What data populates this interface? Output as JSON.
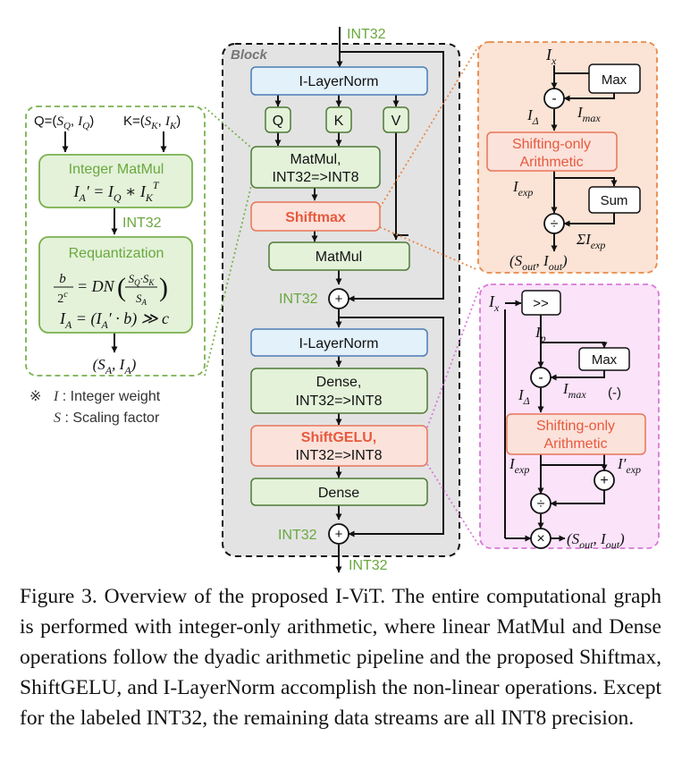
{
  "colors": {
    "green_fill": "#e3f2d9",
    "green_stroke": "#4f7a38",
    "green_text": "#6aa83e",
    "blue_fill": "#e3f1fb",
    "blue_stroke": "#4a7db3",
    "red_fill": "#fbe2db",
    "red_stroke": "#e8745a",
    "red_text": "#e8593d",
    "block_fill": "#e3e3e3",
    "orange_panel": "#fbe3d5",
    "orange_border": "#e8894a",
    "pink_panel": "#fbe3fa",
    "pink_border": "#d87ad8"
  },
  "block": {
    "label": "Block",
    "int32_top": "INT32",
    "layernorm1": "I-LayerNorm",
    "q": "Q",
    "k": "K",
    "v": "V",
    "matmul1_line1": "MatMul,",
    "matmul1_line2": "INT32=>INT8",
    "shiftmax": "Shiftmax",
    "matmul2": "MatMul",
    "int32_mid": "INT32",
    "plus": "+",
    "layernorm2": "I-LayerNorm",
    "dense1_line1": "Dense,",
    "dense1_line2": "INT32=>INT8",
    "shiftgelu_line1": "ShiftGELU,",
    "shiftgelu_line2": "INT32=>INT8",
    "dense2": "Dense",
    "int32_bottom_left": "INT32",
    "int32_out": "INT32"
  },
  "left_panel": {
    "q_label": "Q=(S_Q, I_Q)",
    "k_label": "K=(S_K, I_K)",
    "int_matmul_title": "Integer MatMul",
    "int_matmul_eq": "I_A' = I_Q * I_K^T",
    "int32": "INT32",
    "requant_title": "Requantization",
    "requant_eq1": "b/2^c = DN(S_Q·S_K / S_A)",
    "requant_eq2": "I_A = (I_A' · b) ≫ c",
    "output": "(S_A, I_A)",
    "note_symbol": "※",
    "note_i": "I : Integer weight",
    "note_s": "S : Scaling factor"
  },
  "shiftmax_panel": {
    "input": "I_x",
    "max": "Max",
    "minus": "-",
    "i_delta": "I_Δ",
    "i_max": "I_max",
    "shift_line1": "Shifting-only",
    "shift_line2": "Arithmetic",
    "i_exp": "I_exp",
    "sum": "Sum",
    "div": "÷",
    "sigma": "ΣI_exp",
    "output": "(S_out, I_out)"
  },
  "shiftgelu_panel": {
    "input": "I_x",
    "shift": ">>",
    "i_p": "I_p",
    "max": "Max",
    "minus": "-",
    "i_delta": "I_Δ",
    "i_max": "I_max",
    "neg": "(-)",
    "shift_line1": "Shifting-only",
    "shift_line2": "Arithmetic",
    "i_exp": "I_exp",
    "i_exp_prime": "I'_exp",
    "plus": "+",
    "div": "÷",
    "times": "×",
    "output": "(S_out, I_out)"
  },
  "caption": "Figure 3. Overview of the proposed I-ViT. The entire computational graph is performed with integer-only arithmetic, where linear MatMul and Dense operations follow the dyadic arithmetic pipeline and the proposed Shiftmax, ShiftGELU, and I-LayerNorm accomplish the non-linear operations. Except for the labeled INT32, the remaining data streams are all INT8 precision."
}
